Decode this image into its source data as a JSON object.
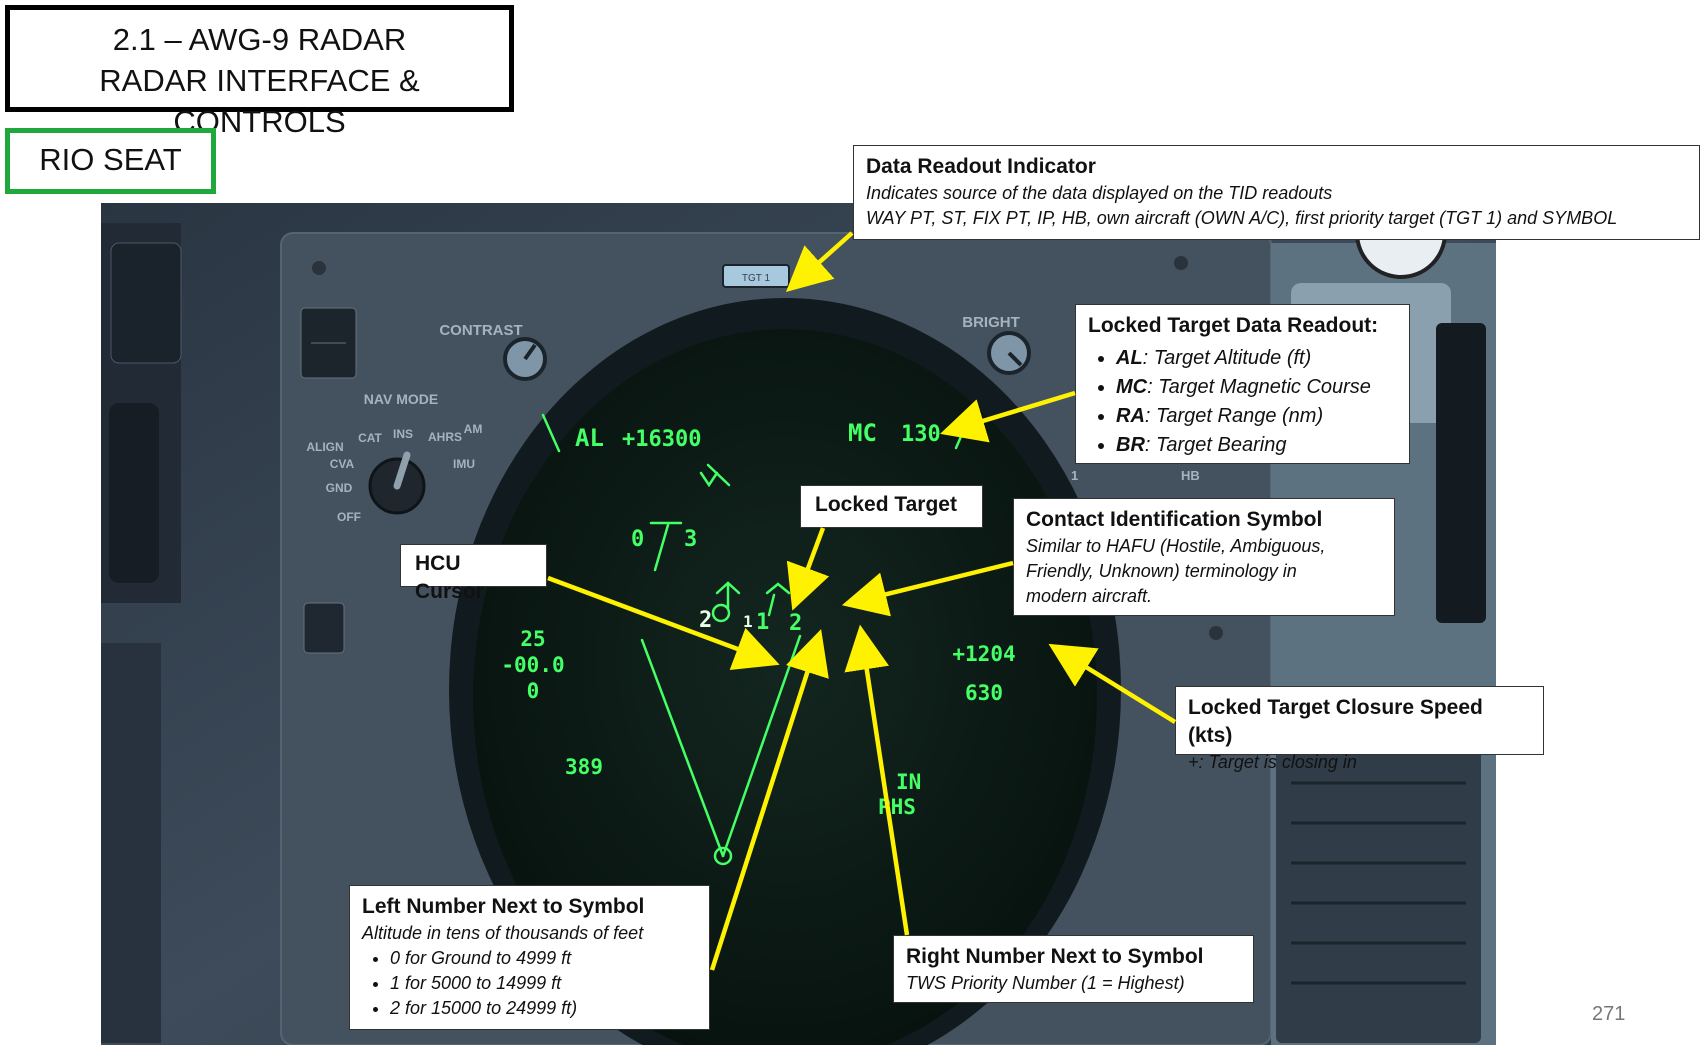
{
  "header": {
    "title_line1": "2.1 – AWG-9 RADAR",
    "title_line2": "RADAR INTERFACE & CONTROLS",
    "seat_label": "RIO SEAT"
  },
  "panel": {
    "contrast_label": "CONTRAST",
    "bright_label": "BRIGHT",
    "nav_mode_label": "NAV MODE",
    "nav_mode_options": [
      "ALIGN",
      "CVA",
      "GND",
      "OFF",
      "CAT",
      "INS",
      "AHRS",
      "AM",
      "IMU"
    ],
    "data_indicator_text": "TGT 1",
    "hb_label": "HB",
    "one_label": "1"
  },
  "tid": {
    "al_label": "AL",
    "al_value": "+16300",
    "mc_label": "MC",
    "mc_value": "130",
    "left_readouts": [
      "25",
      "-00.0",
      "0"
    ],
    "value_389": "389",
    "closure_value": "+1204",
    "value_630": "630",
    "in_label": "IN",
    "phs_label": "PHS",
    "locked_target_left_number": "2",
    "locked_target_right_number": "1",
    "contact_left_number": "1",
    "contact_right_number": "2",
    "upper_symbol_left": "0",
    "upper_symbol_right": "3",
    "color_symbology": "#44ff66"
  },
  "callouts": {
    "data_readout": {
      "title": "Data Readout Indicator",
      "line1": "Indicates source of the data displayed on the TID readouts",
      "line2": "WAY PT, ST, FIX PT, IP,  HB, own aircraft (OWN A/C), first priority target (TGT 1) and SYMBOL"
    },
    "locked_target_data": {
      "title": "Locked Target Data Readout:",
      "items": [
        {
          "key": "AL",
          "text": ": Target Altitude (ft)"
        },
        {
          "key": "MC",
          "text": ": Target Magnetic Course"
        },
        {
          "key": "RA",
          "text": ": Target Range (nm)"
        },
        {
          "key": "BR",
          "text": ": Target Bearing"
        }
      ]
    },
    "locked_target": {
      "title": "Locked Target"
    },
    "contact_id": {
      "title": "Contact Identification Symbol",
      "line1": "Similar to HAFU (Hostile, Ambiguous,",
      "line2": "Friendly, Unknown) terminology in",
      "line3": "modern aircraft."
    },
    "hcu_cursor": {
      "title": "HCU Cursor"
    },
    "closure_speed": {
      "title": "Locked Target Closure Speed (kts)",
      "line1": "+: Target is closing in"
    },
    "left_number": {
      "title": "Left Number Next to Symbol",
      "line1": "Altitude in tens of thousands of feet",
      "items": [
        "0 for Ground to 4999 ft",
        "1 for 5000 to 14999 ft",
        "2 for 15000 to 24999 ft)"
      ]
    },
    "right_number": {
      "title": "Right Number Next to Symbol",
      "line1": "TWS Priority Number (1 = Highest)"
    }
  },
  "page_number": "271",
  "colors": {
    "arrow": "#fff200",
    "seat_border": "#1fa83b",
    "panel": "#3a4857",
    "scope": "#0b1712"
  }
}
